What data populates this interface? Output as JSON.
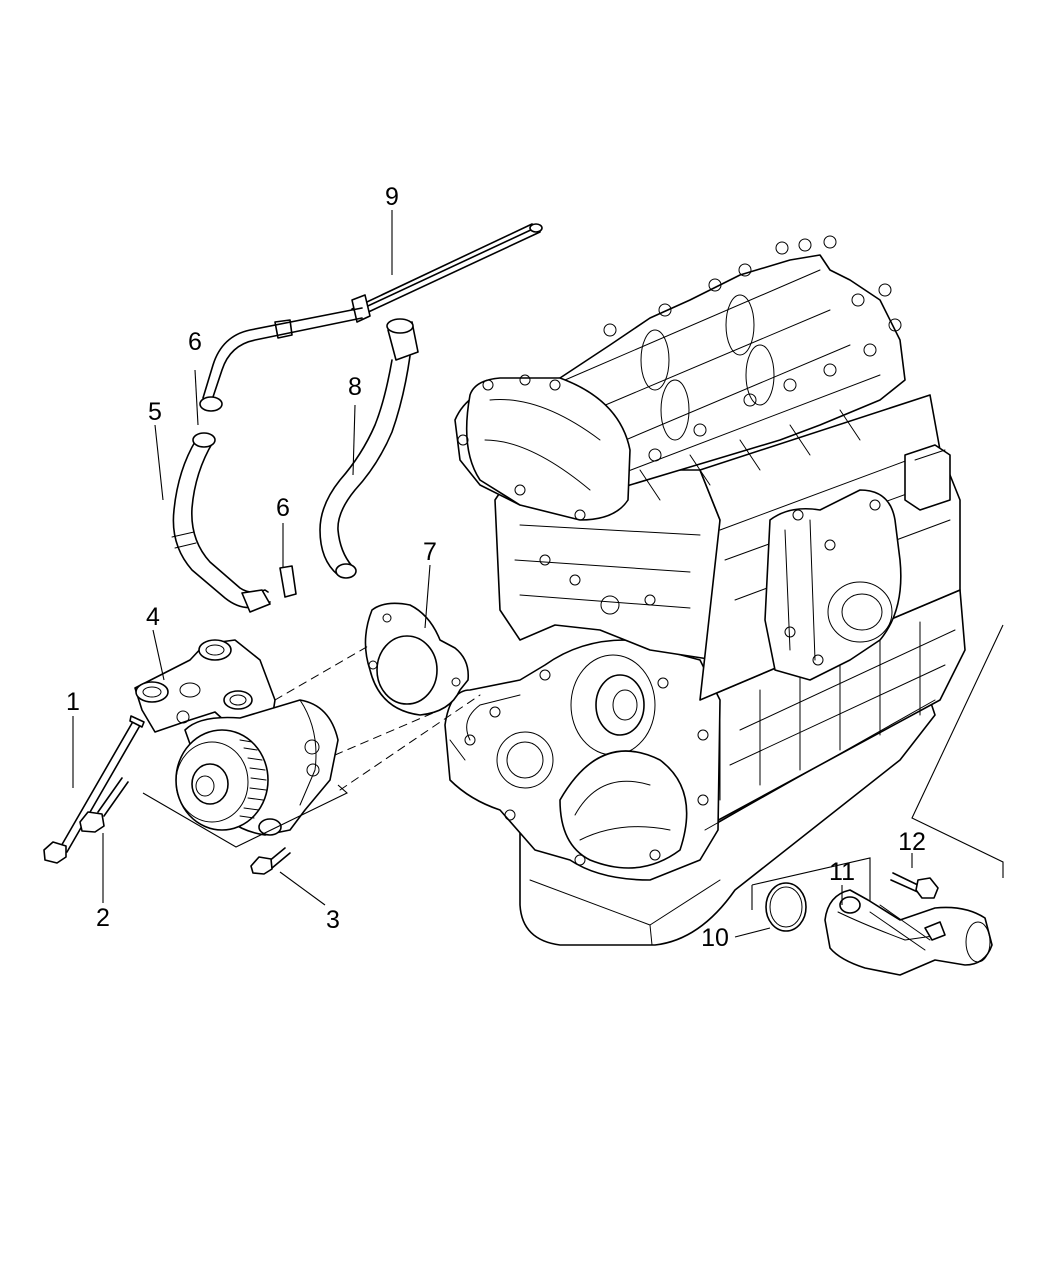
{
  "callouts": [
    {
      "id": "c1",
      "label": "1"
    },
    {
      "id": "c2",
      "label": "2"
    },
    {
      "id": "c3",
      "label": "3"
    },
    {
      "id": "c4",
      "label": "4"
    },
    {
      "id": "c5",
      "label": "5"
    },
    {
      "id": "c6a",
      "label": "6"
    },
    {
      "id": "c6b",
      "label": "6"
    },
    {
      "id": "c7",
      "label": "7"
    },
    {
      "id": "c8",
      "label": "8"
    },
    {
      "id": "c9",
      "label": "9"
    },
    {
      "id": "c10",
      "label": "10"
    },
    {
      "id": "c11",
      "label": "11"
    },
    {
      "id": "c12",
      "label": "12"
    }
  ],
  "parts": {
    "bolt_long": "bolt-long-icon",
    "bolt_short": "bolt-short-icon",
    "bolt_small": "bolt-small-icon",
    "water_pump": "water-pump-icon",
    "hose_5": "coolant-hose-icon",
    "clamp": "hose-clamp-icon",
    "gasket": "gasket-icon",
    "hose_8": "coolant-hose-icon",
    "tube_9": "coolant-tube-icon",
    "oring": "o-ring-icon",
    "outlet": "coolant-outlet-icon",
    "bolt_12": "bolt-icon",
    "engine": "engine-block-icon"
  }
}
